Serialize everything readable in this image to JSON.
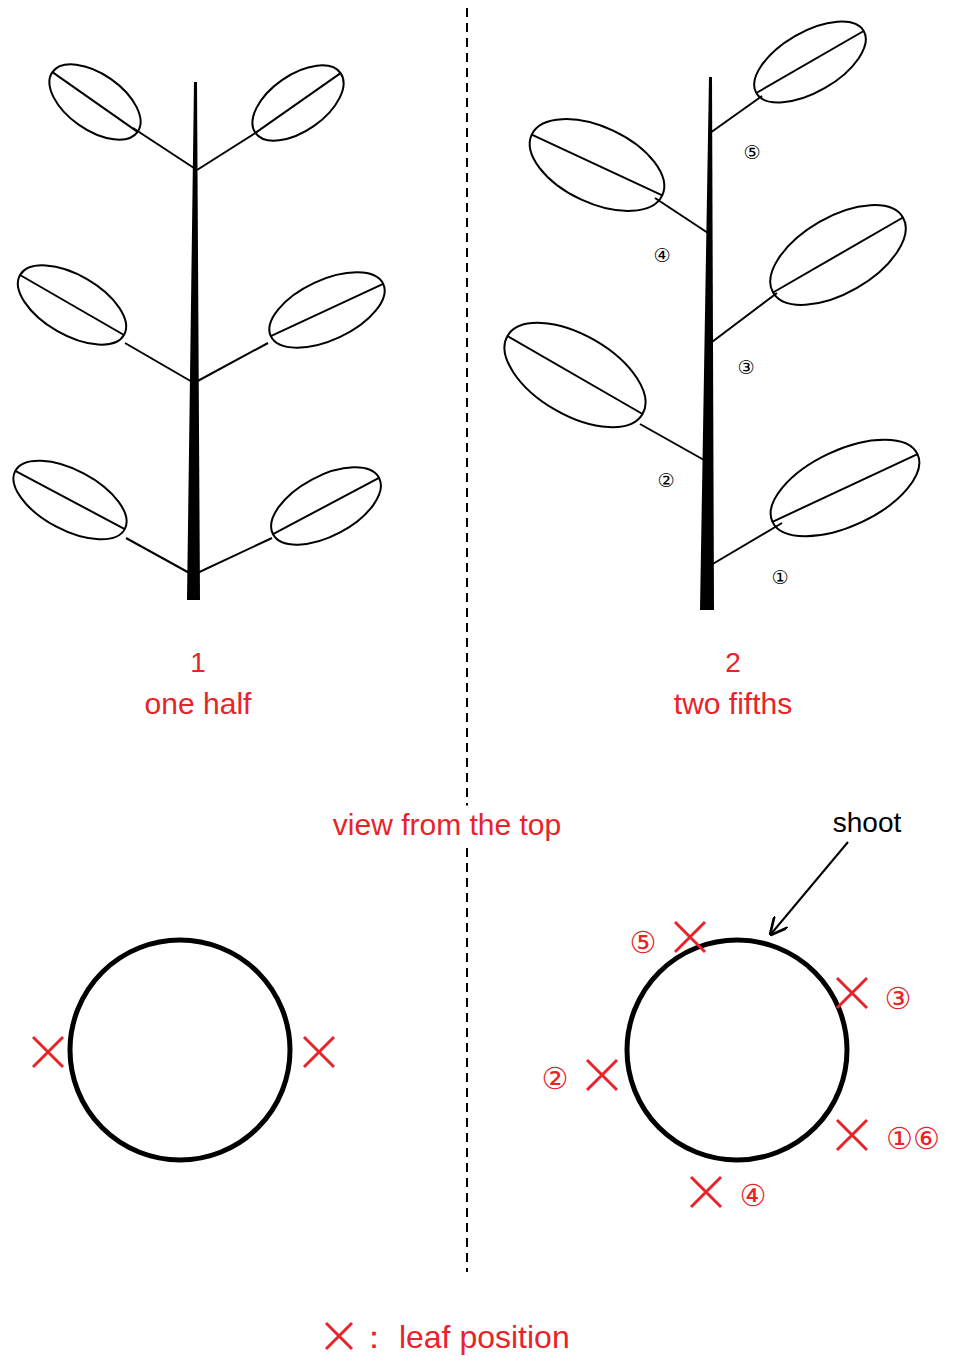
{
  "diagram": {
    "labels": [
      "1",
      "one half",
      "2",
      "two fifths",
      "view from the top",
      "shoot",
      "⑤",
      "④",
      "③",
      "②",
      "①",
      "⑤",
      "③",
      "②",
      "①⑥",
      "④"
    ],
    "legend": [
      {
        "text": "： leaf position"
      }
    ]
  }
}
